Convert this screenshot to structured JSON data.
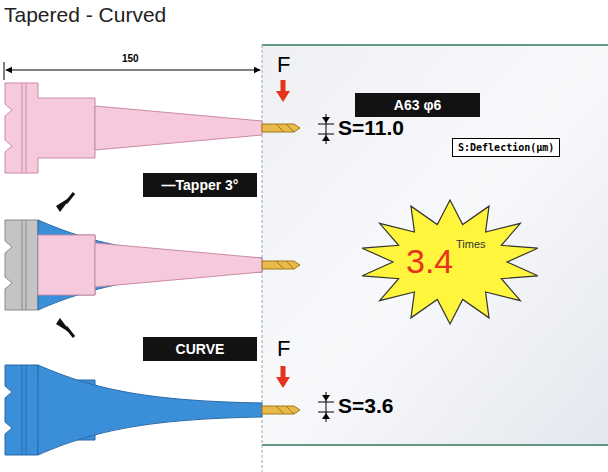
{
  "diagram": {
    "title": "Tapered - Curved",
    "nodes": [
      {
        "text": [
          "A63 φ6"
        ]
      },
      {
        "text": [
          "S:Deflection(μm)"
        ]
      },
      {
        "text": [
          "—Tapper 3°"
        ]
      },
      {
        "text": [
          "3.4",
          "Times"
        ]
      },
      {
        "text": [
          "CURVE"
        ]
      }
    ],
    "labels": [
      "150",
      "F",
      "S=11.0",
      "F",
      "S=3.6"
    ]
  }
}
